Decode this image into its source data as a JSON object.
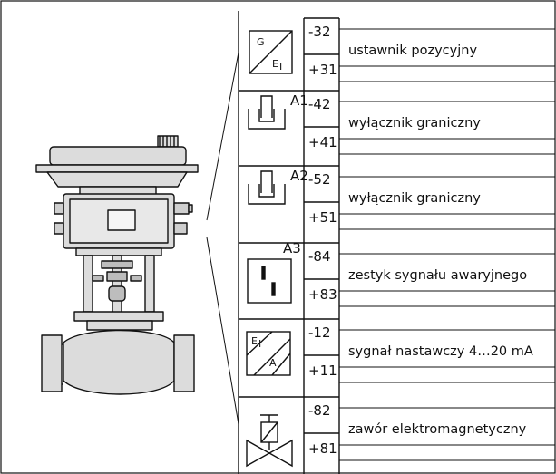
{
  "modules": [
    {
      "id": "positioner",
      "tag": "",
      "symbol": "G-E",
      "terminal_top": "-32",
      "terminal_bottom": "+31",
      "description": "ustawnik pozycyjny",
      "symbol_labels": {
        "upper": "G",
        "lower": "E",
        "lower_sub": "I"
      }
    },
    {
      "id": "limit-switch-1",
      "tag": "A1",
      "symbol": "limit",
      "terminal_top": "-42",
      "terminal_bottom": "+41",
      "description": "wyłącznik graniczny"
    },
    {
      "id": "limit-switch-2",
      "tag": "A2",
      "symbol": "limit",
      "terminal_top": "-52",
      "terminal_bottom": "+51",
      "description": "wyłącznik graniczny"
    },
    {
      "id": "fault-contact",
      "tag": "A3",
      "symbol": "contact",
      "terminal_top": "-84",
      "terminal_bottom": "+83",
      "description": "zestyk sygnału awaryjnego"
    },
    {
      "id": "setpoint-signal",
      "tag": "",
      "symbol": "E-A",
      "terminal_top": "-12",
      "terminal_bottom": "+11",
      "description": "sygnał nastawczy 4…20 mA",
      "symbol_labels": {
        "upper": "E",
        "upper_sub": "I",
        "lower": "A"
      }
    },
    {
      "id": "solenoid-valve",
      "tag": "",
      "symbol": "solenoid",
      "terminal_top": "-82",
      "terminal_bottom": "+81",
      "description": "zawór elektromagnetyczny"
    }
  ],
  "colors": {
    "line": "#111111",
    "valve_fill": "#dcdcdc",
    "background": "#ffffff"
  }
}
